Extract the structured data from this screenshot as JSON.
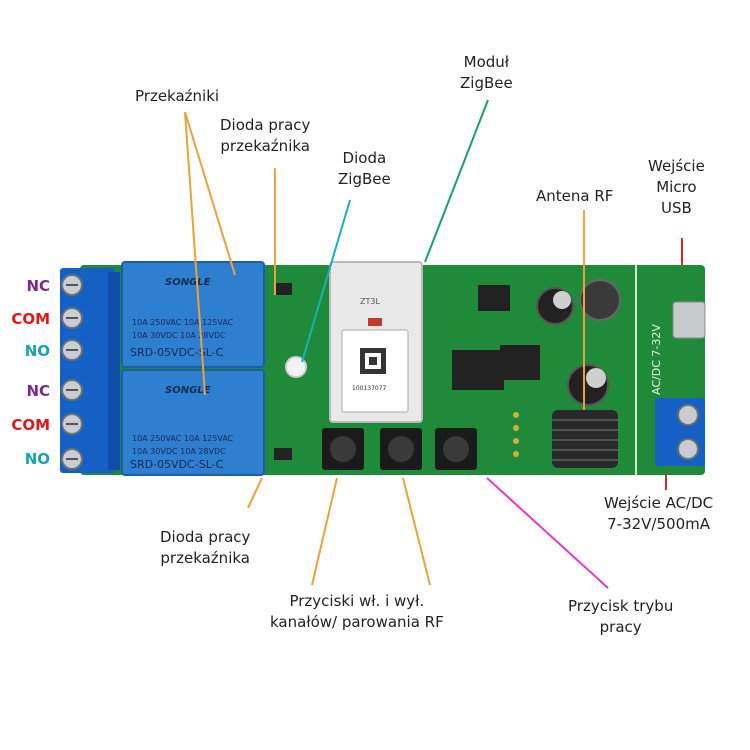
{
  "labels": {
    "relays": "Przekaźniki",
    "relay_led_top": [
      "Dioda pracy",
      "przekaźnika"
    ],
    "zigbee_led": [
      "Dioda",
      "ZigBee"
    ],
    "zigbee_module": [
      "Moduł",
      "ZigBee"
    ],
    "antenna": "Antena RF",
    "usb_input": [
      "Wejście",
      "Micro",
      "USB"
    ],
    "power_input": [
      "Wejście AC/DC",
      "7-32V/500mA"
    ],
    "relay_led_bottom": [
      "Dioda pracy",
      "przekaźnika"
    ],
    "buttons": [
      "Przyciski wł. i wył.",
      "kanałów/ parowania RF"
    ],
    "mode_button": [
      "Przycisk trybu",
      "pracy"
    ]
  },
  "terminals": {
    "group1": [
      "NC",
      "COM",
      "NO"
    ],
    "group2": [
      "NC",
      "COM",
      "NO"
    ]
  },
  "board_print": {
    "relay_brand": "SONGLE",
    "relay_ratings_1": "10A 250VAC  10A 125VAC",
    "relay_ratings_2": "10A  30VDC  10A  28VDC",
    "relay_model": "SRD-05VDC-SL-C",
    "module_code": "ZT3L",
    "module_sticker": "100137077",
    "power_marking": "AC/DC 7-32V"
  },
  "colors": {
    "pcb": "#1f8a3a",
    "relay": "#2f7fd1",
    "terminal_block": "#1560c4",
    "line_relays": "#e8a33a",
    "line_zigbee_led": "#17b3b3",
    "line_module": "#1aa06a",
    "line_antenna": "#e8a33a",
    "line_usb": "#d62828",
    "line_mode": "#e03ad0"
  }
}
